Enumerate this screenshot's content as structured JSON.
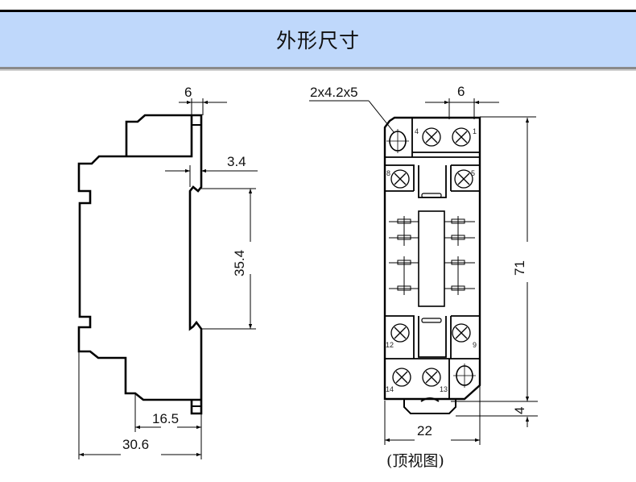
{
  "header": {
    "title": "外形尺寸"
  },
  "side_view": {
    "dimensions": {
      "top_width": "6",
      "rail_offset": "3.4",
      "rail_height": "35.4",
      "bottom_partial": "16.5",
      "overall_depth": "30.6"
    }
  },
  "top_view": {
    "hole_spec": "2x4.2x5",
    "dimensions": {
      "terminal_pitch": "6",
      "overall_height": "71",
      "clip_extension": "4",
      "overall_width": "22"
    },
    "terminals": [
      "4",
      "1",
      "8",
      "5",
      "12",
      "9",
      "14",
      "13"
    ],
    "caption": "(顶视图)"
  },
  "colors": {
    "header_bg": "#bfd8fb",
    "line": "#000000"
  }
}
